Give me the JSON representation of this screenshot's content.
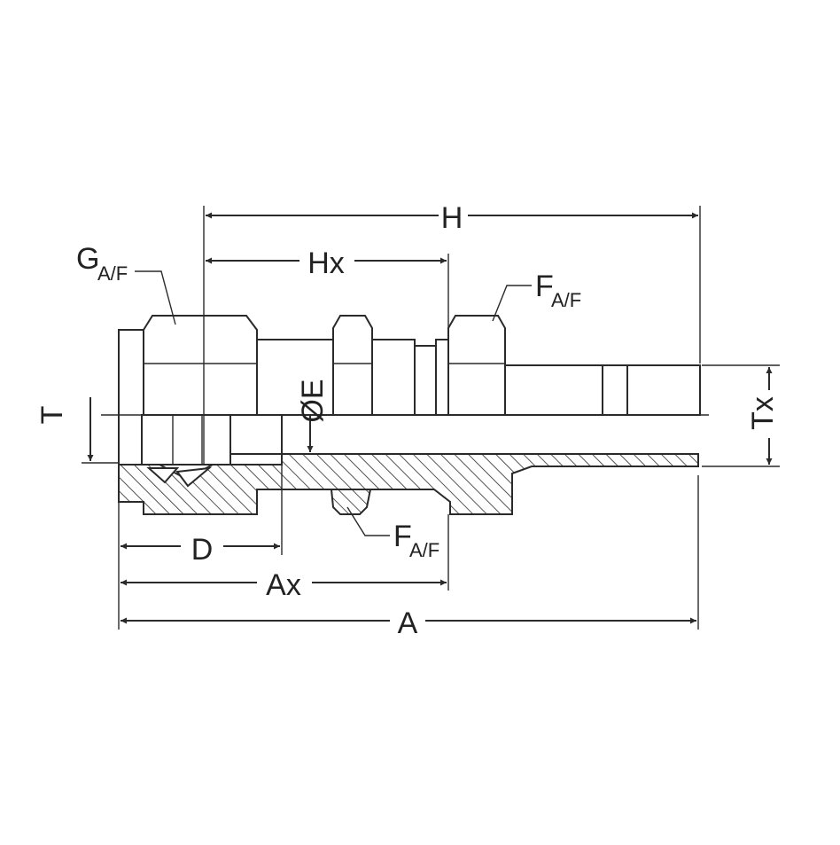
{
  "labels": {
    "H": "H",
    "Hx": "Hx",
    "G": "G",
    "G_sub": "A/F",
    "F_top": "F",
    "F_top_sub": "A/F",
    "F_bottom": "F",
    "F_bottom_sub": "A/F",
    "E": "ØE",
    "T": "T",
    "Tx": "Tx",
    "D": "D",
    "Ax": "Ax",
    "A": "A"
  },
  "colors": {
    "line": "#2a2a2a",
    "background": "#ffffff"
  }
}
